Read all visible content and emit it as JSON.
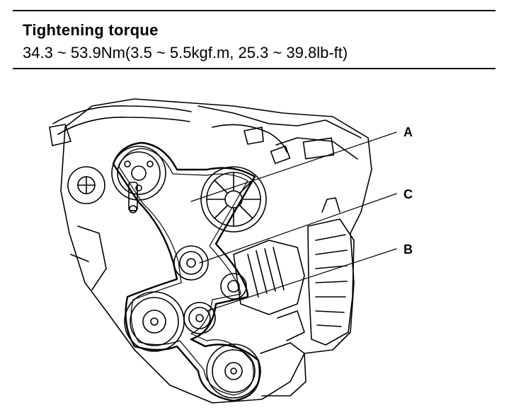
{
  "torque": {
    "title": "Tightening torque",
    "value": "34.3 ~ 53.9Nm(3.5 ~ 5.5kgf.m, 25.3 ~ 39.8lb-ft)"
  },
  "callouts": {
    "a": "A",
    "b": "B",
    "c": "C"
  }
}
